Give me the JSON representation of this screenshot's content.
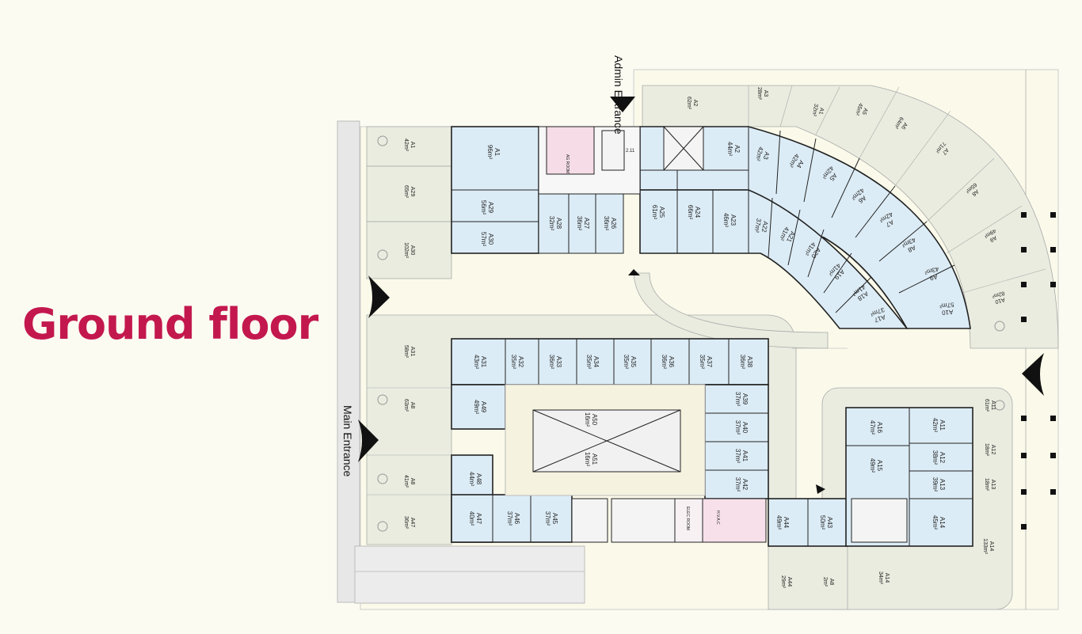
{
  "page_title": "Ground floor",
  "entrances": {
    "admin": "Admin Entrance",
    "main": "Main Entrance"
  },
  "rooms": {
    "elec": "ELEC ROOM",
    "hvac": "H.V.A.C",
    "lift": "2.11",
    "lg": "AG ROOM"
  },
  "units": [
    {
      "id": "A1",
      "area": "96m²"
    },
    {
      "id": "A29",
      "area": "56m²"
    },
    {
      "id": "A30",
      "area": "57m²"
    },
    {
      "id": "A28",
      "area": "32m²"
    },
    {
      "id": "A27",
      "area": "36m²"
    },
    {
      "id": "A26",
      "area": "36m²"
    },
    {
      "id": "A25",
      "area": "61m²"
    },
    {
      "id": "A24",
      "area": "66m²"
    },
    {
      "id": "A23",
      "area": "46m²"
    },
    {
      "id": "A2",
      "area": "44m²"
    },
    {
      "id": "A3",
      "area": "42m²"
    },
    {
      "id": "A4",
      "area": "42m²"
    },
    {
      "id": "A5",
      "area": "42m²"
    },
    {
      "id": "A6",
      "area": "42m²"
    },
    {
      "id": "A7",
      "area": "42m²"
    },
    {
      "id": "A8",
      "area": "43m²"
    },
    {
      "id": "A9",
      "area": "43m²"
    },
    {
      "id": "A10",
      "area": "57m²"
    },
    {
      "id": "A22",
      "area": "37m²"
    },
    {
      "id": "A21",
      "area": "41m²"
    },
    {
      "id": "A20",
      "area": "41m²"
    },
    {
      "id": "A19",
      "area": "41m²"
    },
    {
      "id": "A18",
      "area": "41m²"
    },
    {
      "id": "A17",
      "area": "37m²"
    },
    {
      "id": "A31",
      "area": "43m²"
    },
    {
      "id": "A32",
      "area": "35m²"
    },
    {
      "id": "A33",
      "area": "36m²"
    },
    {
      "id": "A34",
      "area": "35m²"
    },
    {
      "id": "A35",
      "area": "35m²"
    },
    {
      "id": "A36",
      "area": "36m²"
    },
    {
      "id": "A37",
      "area": "35m²"
    },
    {
      "id": "A38",
      "area": "36m²"
    },
    {
      "id": "A49",
      "area": "49m²"
    },
    {
      "id": "A39",
      "area": "37m²"
    },
    {
      "id": "A40",
      "area": "37m²"
    },
    {
      "id": "A41",
      "area": "37m²"
    },
    {
      "id": "A42",
      "area": "37m²"
    },
    {
      "id": "A50",
      "area": "16m²"
    },
    {
      "id": "A51",
      "area": "16m²"
    },
    {
      "id": "A48",
      "area": "44m²"
    },
    {
      "id": "A47",
      "area": "40m²"
    },
    {
      "id": "A46",
      "area": "37m²"
    },
    {
      "id": "A45",
      "area": "37m²"
    },
    {
      "id": "A44",
      "area": "49m²"
    },
    {
      "id": "A43",
      "area": "50m²"
    },
    {
      "id": "A16",
      "area": "47m²"
    },
    {
      "id": "A15",
      "area": "49m²"
    },
    {
      "id": "A11",
      "area": "42m²"
    },
    {
      "id": "A12",
      "area": "38m²"
    },
    {
      "id": "A13",
      "area": "39m²"
    },
    {
      "id": "A14",
      "area": "45m²"
    }
  ],
  "outdoor": [
    {
      "id": "A2",
      "area": "62m²"
    },
    {
      "id": "A3",
      "area": "28m²"
    },
    {
      "id": "A1",
      "area": "32m²"
    },
    {
      "id": "A5",
      "area": "45m²"
    },
    {
      "id": "A6",
      "area": "64m²"
    },
    {
      "id": "A7",
      "area": "71m²"
    },
    {
      "id": "A8",
      "area": "65m²"
    },
    {
      "id": "A9",
      "area": "49m²"
    },
    {
      "id": "A10",
      "area": "82m²"
    },
    {
      "id": "A11",
      "area": "61m²"
    },
    {
      "id": "A12",
      "area": "18m²"
    },
    {
      "id": "A13",
      "area": "18m²"
    },
    {
      "id": "A14",
      "area": "133m²"
    },
    {
      "id": "A14",
      "area": "34m²"
    },
    {
      "id": "A44",
      "area": "29m²"
    },
    {
      "id": "A8",
      "area": "2m²"
    },
    {
      "id": "A1",
      "area": "42m²"
    },
    {
      "id": "A29",
      "area": "65m²"
    },
    {
      "id": "A30",
      "area": "102m²"
    },
    {
      "id": "A31",
      "area": "58m²"
    },
    {
      "id": "A8",
      "area": "63m²"
    },
    {
      "id": "A8",
      "area": "41m²"
    },
    {
      "id": "A47",
      "area": "36m²"
    }
  ]
}
